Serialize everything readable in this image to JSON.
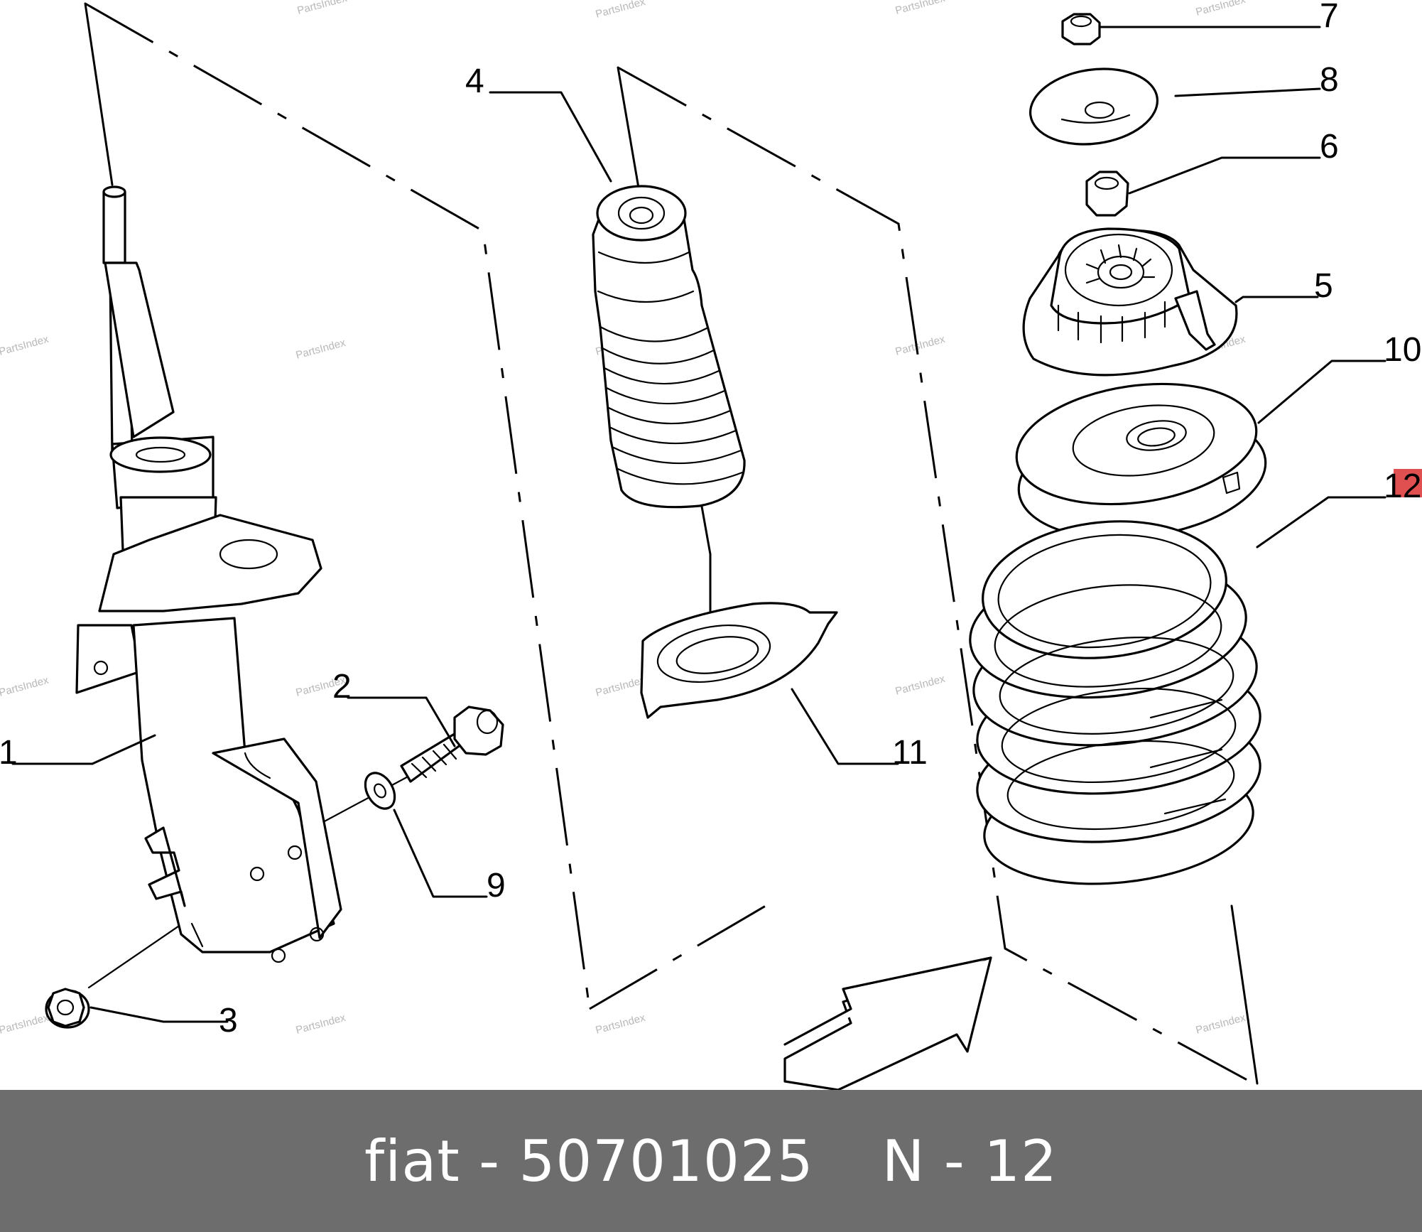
{
  "watermark": "PartsIndex",
  "callouts": [
    {
      "id": "c1",
      "label": "1"
    },
    {
      "id": "c2",
      "label": "2"
    },
    {
      "id": "c3",
      "label": "3"
    },
    {
      "id": "c4",
      "label": "4"
    },
    {
      "id": "c5",
      "label": "5"
    },
    {
      "id": "c6",
      "label": "6"
    },
    {
      "id": "c7",
      "label": "7"
    },
    {
      "id": "c8",
      "label": "8"
    },
    {
      "id": "c9",
      "label": "9"
    },
    {
      "id": "c10",
      "label": "10"
    },
    {
      "id": "c11",
      "label": "11"
    },
    {
      "id": "c12",
      "label": "12"
    }
  ],
  "highlight_color": "#e05050",
  "highlighted_callout": "12",
  "footer": {
    "part_text": "fiat - 50701025",
    "position_text": "N - 12"
  }
}
